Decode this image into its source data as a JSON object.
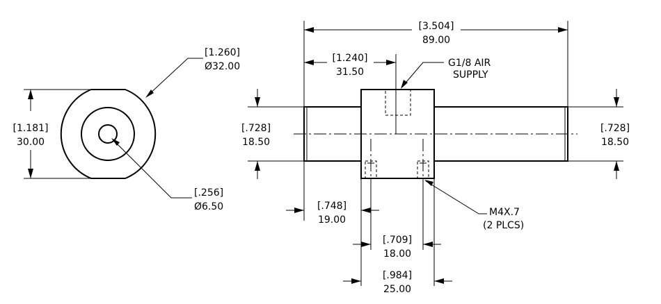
{
  "dims": {
    "outer_dia": {
      "in": "[1.260]",
      "mm": "Ø32.00"
    },
    "height": {
      "in": "[1.181]",
      "mm": "30.00"
    },
    "bore": {
      "in": "[.256]",
      "mm": "Ø6.50"
    },
    "overall_length": {
      "in": "[3.504]",
      "mm": "89.00"
    },
    "port_offset": {
      "in": "[1.240]",
      "mm": "31.50"
    },
    "shaft_dia_left": {
      "in": "[.728]",
      "mm": "18.50"
    },
    "shaft_dia_right": {
      "in": "[.728]",
      "mm": "18.50"
    },
    "shaft_length": {
      "in": "[.748]",
      "mm": "19.00"
    },
    "hole_spacing": {
      "in": "[.709]",
      "mm": "18.00"
    },
    "body_length": {
      "in": "[.984]",
      "mm": "25.00"
    }
  },
  "notes": {
    "air_supply": {
      "line1": "G1/8 AIR",
      "line2": "SUPPLY"
    },
    "threads": {
      "line1": "M4X.7",
      "line2": "(2 PLCS)"
    }
  }
}
